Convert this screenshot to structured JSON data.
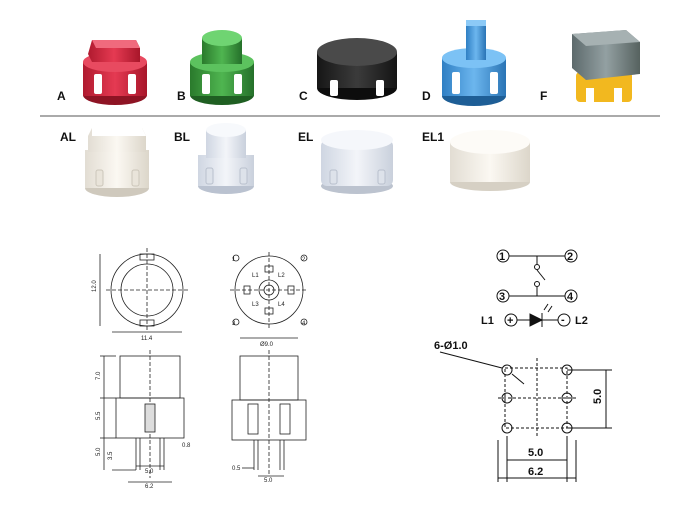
{
  "products_row1": [
    {
      "label": "A"
    },
    {
      "label": "B"
    },
    {
      "label": "C"
    },
    {
      "label": "D"
    },
    {
      "label": "F"
    }
  ],
  "products_row2": [
    {
      "label": "AL"
    },
    {
      "label": "BL"
    },
    {
      "label": "EL"
    },
    {
      "label": "EL1"
    }
  ],
  "colors": {
    "red": "#d9283f",
    "green": "#3a9a3c",
    "black": "#2a2a2a",
    "blue": "#4b9fdf",
    "gray": "#7d8a8c",
    "yellow": "#f2b81f",
    "white": "#f4f0e8",
    "translucent": "#e8ecf2"
  },
  "dimensions": {
    "top_h": "12.0",
    "top_w": "11.4",
    "side_h1": "7.0",
    "side_h2": "5.5",
    "side_h3": "5.0",
    "side_h4": "3.5",
    "side_w": "5.0",
    "side_w2": "6.2",
    "side_pin": "0.8",
    "side2_dia": "Ø9.0",
    "side2_pin": "0.5",
    "side2_w": "5.0",
    "pin_tags": [
      "1",
      "2",
      "3",
      "4"
    ],
    "hole_tags": [
      "L1",
      "L2",
      "L3",
      "L4"
    ]
  },
  "schematic": {
    "pins": [
      "1",
      "2",
      "3",
      "4"
    ],
    "led_left": "L1",
    "led_right": "L2",
    "plus": "+",
    "minus": "-"
  },
  "footprint": {
    "holes": "6-Ø1.0",
    "pitch_v": "5.0",
    "pitch_h": "5.0",
    "overall_w": "6.2"
  }
}
